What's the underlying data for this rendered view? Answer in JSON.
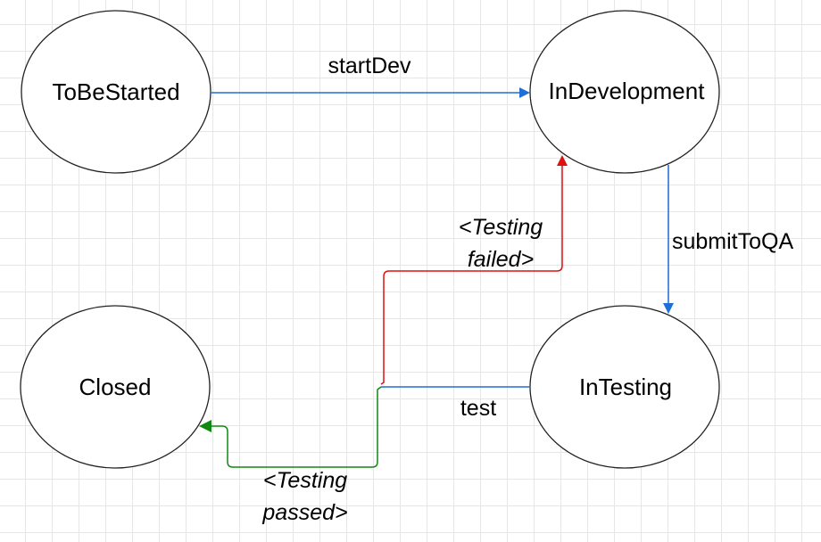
{
  "nodes": {
    "to_be_started": "ToBeStarted",
    "in_development": "InDevelopment",
    "in_testing": "InTesting",
    "closed": "Closed"
  },
  "edges": {
    "start_dev": "startDev",
    "submit_to_qa": "submitToQA",
    "test": "test",
    "testing_failed": {
      "line1": "<Testing",
      "line2": "failed>"
    },
    "testing_passed": {
      "line1": "<Testing",
      "line2": "passed>"
    }
  },
  "colors": {
    "blue": "#1f6fd6",
    "red": "#dd1111",
    "green": "#118811",
    "node_stroke": "#222222"
  }
}
